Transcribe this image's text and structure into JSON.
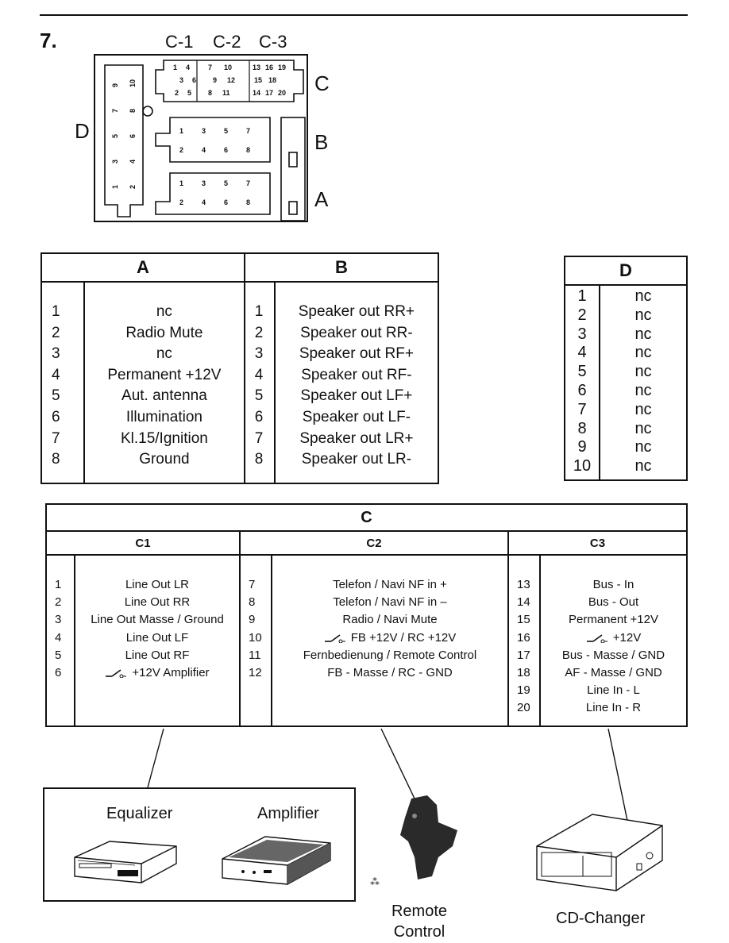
{
  "section_number": "7.",
  "connector": {
    "top_labels": [
      "C-1",
      "C-2",
      "C-3"
    ],
    "side_labels": {
      "c": "C",
      "b": "B",
      "a": "A",
      "d": "D"
    },
    "c_pins": [
      "1",
      "4",
      "7",
      "10",
      "13",
      "16",
      "19",
      "3",
      "6",
      "9",
      "12",
      "15",
      "18",
      "2",
      "5",
      "8",
      "11",
      "14",
      "17",
      "20"
    ],
    "b_pins": [
      "1",
      "3",
      "5",
      "7",
      "2",
      "4",
      "6",
      "8"
    ],
    "a_pins": [
      "1",
      "3",
      "5",
      "7",
      "2",
      "4",
      "6",
      "8"
    ],
    "d_pins": [
      "9",
      "10",
      "7",
      "8",
      "5",
      "6",
      "3",
      "4",
      "1",
      "2"
    ]
  },
  "table_ab": {
    "a_header": "A",
    "b_header": "B",
    "a_rows": [
      {
        "pin": "1",
        "signal": "nc"
      },
      {
        "pin": "2",
        "signal": "Radio Mute"
      },
      {
        "pin": "3",
        "signal": "nc"
      },
      {
        "pin": "4",
        "signal": "Permanent +12V"
      },
      {
        "pin": "5",
        "signal": "Aut. antenna"
      },
      {
        "pin": "6",
        "signal": "Illumination"
      },
      {
        "pin": "7",
        "signal": "Kl.15/Ignition"
      },
      {
        "pin": "8",
        "signal": "Ground"
      }
    ],
    "b_rows": [
      {
        "pin": "1",
        "signal": "Speaker out RR+"
      },
      {
        "pin": "2",
        "signal": "Speaker out RR-"
      },
      {
        "pin": "3",
        "signal": "Speaker out RF+"
      },
      {
        "pin": "4",
        "signal": "Speaker out RF-"
      },
      {
        "pin": "5",
        "signal": "Speaker out LF+"
      },
      {
        "pin": "6",
        "signal": "Speaker out LF-"
      },
      {
        "pin": "7",
        "signal": "Speaker out LR+"
      },
      {
        "pin": "8",
        "signal": "Speaker out LR-"
      }
    ]
  },
  "table_d": {
    "header": "D",
    "rows": [
      {
        "pin": "1",
        "signal": "nc"
      },
      {
        "pin": "2",
        "signal": "nc"
      },
      {
        "pin": "3",
        "signal": "nc"
      },
      {
        "pin": "4",
        "signal": "nc"
      },
      {
        "pin": "5",
        "signal": "nc"
      },
      {
        "pin": "6",
        "signal": "nc"
      },
      {
        "pin": "7",
        "signal": "nc"
      },
      {
        "pin": "8",
        "signal": "nc"
      },
      {
        "pin": "9",
        "signal": "nc"
      },
      {
        "pin": "10",
        "signal": "nc"
      }
    ]
  },
  "table_c": {
    "header": "C",
    "c1_header": "C1",
    "c2_header": "C2",
    "c3_header": "C3",
    "c1_rows": [
      {
        "pin": "1",
        "signal": "Line Out LR"
      },
      {
        "pin": "2",
        "signal": "Line Out RR"
      },
      {
        "pin": "3",
        "signal": "Line Out Masse / Ground"
      },
      {
        "pin": "4",
        "signal": "Line Out LF"
      },
      {
        "pin": "5",
        "signal": "Line Out RF"
      },
      {
        "pin": "6",
        "signal": "+12V Amplifier",
        "switch_icon": true
      }
    ],
    "c2_rows": [
      {
        "pin": "7",
        "signal": "Telefon / Navi NF  in +"
      },
      {
        "pin": "8",
        "signal": "Telefon / Navi NF  in –"
      },
      {
        "pin": "9",
        "signal": "Radio / Navi Mute"
      },
      {
        "pin": "10",
        "signal": "FB +12V  / RC +12V",
        "switch_icon": true
      },
      {
        "pin": "11",
        "signal": "Fernbedienung / Remote Control"
      },
      {
        "pin": "12",
        "signal": "FB - Masse / RC - GND"
      }
    ],
    "c3_rows": [
      {
        "pin": "13",
        "signal": "Bus - In"
      },
      {
        "pin": "14",
        "signal": "Bus - Out"
      },
      {
        "pin": "15",
        "signal": "Permanent +12V"
      },
      {
        "pin": "16",
        "signal": "+12V",
        "switch_icon": true
      },
      {
        "pin": "17",
        "signal": "Bus - Masse / GND"
      },
      {
        "pin": "18",
        "signal": "AF  - Masse / GND"
      },
      {
        "pin": "19",
        "signal": "Line In - L"
      },
      {
        "pin": "20",
        "signal": "Line In - R"
      }
    ]
  },
  "devices": {
    "equalizer": "Equalizer",
    "amplifier": "Amplifier",
    "remote_line1": "Remote",
    "remote_line2": "Control",
    "cd_changer": "CD-Changer"
  },
  "icons": [
    "connector-diagram",
    "switch-icon",
    "equalizer-icon",
    "amplifier-icon",
    "remote-control-icon",
    "cd-changer-icon"
  ]
}
